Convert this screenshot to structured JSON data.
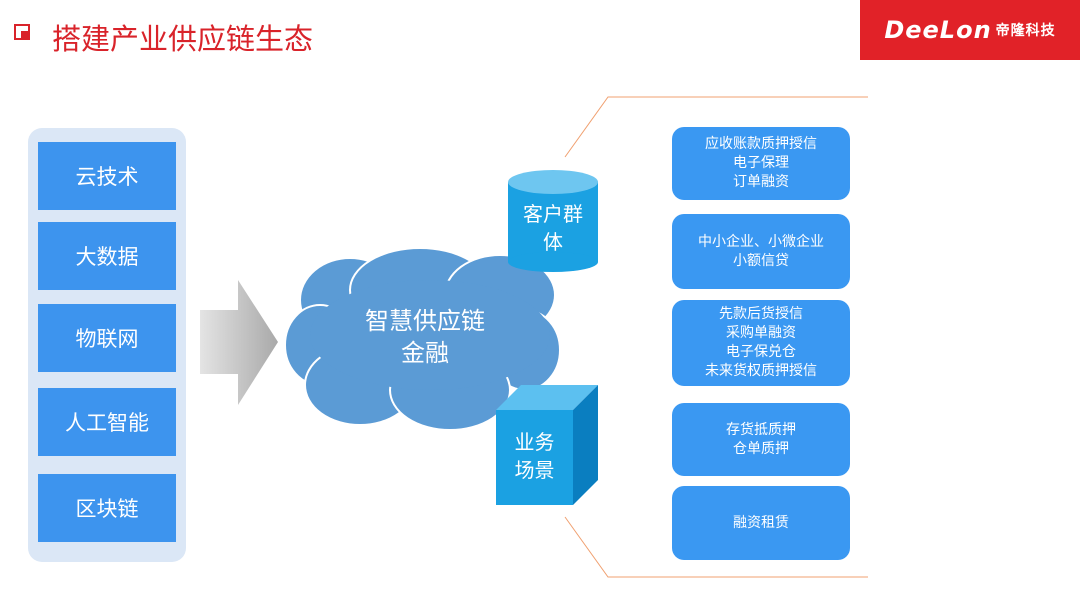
{
  "header": {
    "title": "搭建产业供应链生态",
    "logo_text": "DeeLon",
    "logo_cn": "帝隆科技",
    "accent": "#d9232a"
  },
  "technologies": [
    "云技术",
    "大数据",
    "物联网",
    "人工智能",
    "区块链"
  ],
  "center": {
    "line1": "智慧供应链",
    "line2": "金融"
  },
  "customer_group": {
    "line1": "客户群",
    "line2": "体"
  },
  "business_scene": {
    "line1": "业务",
    "line2": "场景"
  },
  "products": [
    [
      "应收账款质押授信",
      "电子保理",
      "订单融资"
    ],
    [
      "中小企业、小微企业",
      "小额信贷"
    ],
    [
      "先款后货授信",
      "采购单融资",
      "电子保兑仓",
      "未来货权质押授信"
    ],
    [
      "存货抵质押",
      "仓单质押"
    ],
    [
      "融资租赁"
    ]
  ]
}
